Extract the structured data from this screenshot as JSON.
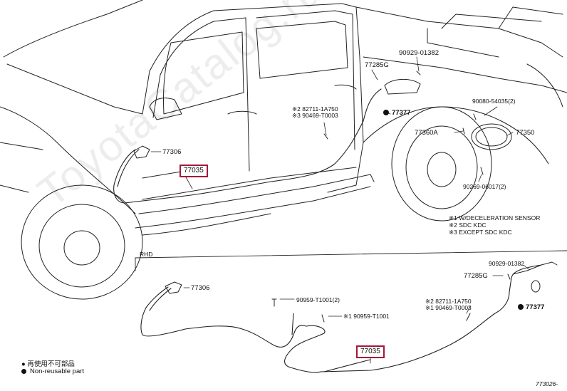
{
  "parts": {
    "top": {
      "p77306": "77306",
      "p77035": "77035",
      "p77285g": "77285G",
      "p90929": "90929-01382",
      "p77377": "77377",
      "p90080": "90080-54035(2)",
      "p77360a": "77360A",
      "p77350": "77350",
      "p90269": "90269-06017(2)",
      "note_a1": "※2 82711-1A750",
      "note_a2": "※3 90469-T0003"
    },
    "bottom": {
      "p90929": "90929-01382",
      "p77285g": "77285G",
      "p77306": "77306",
      "p90959a": "90959-T1001(2)",
      "p90959b": "※1 90959-T1001",
      "note_b1": "※2 82711-1A750",
      "note_b2": "※1 90469-T0003",
      "p77377": "77377",
      "p77035": "77035"
    }
  },
  "notes": [
    "※1 W/DECELERATION SENSOR",
    "※2 SDC KDC",
    "※3 EXCEPT SDC KDC"
  ],
  "variant_label": "RHD",
  "legend": {
    "nonreusable_jp": "● 再使用不可部品",
    "nonreusable_en": "Non-reusable part"
  },
  "figure_code": "773026-",
  "watermark": "ToyotaCatalog.ru"
}
